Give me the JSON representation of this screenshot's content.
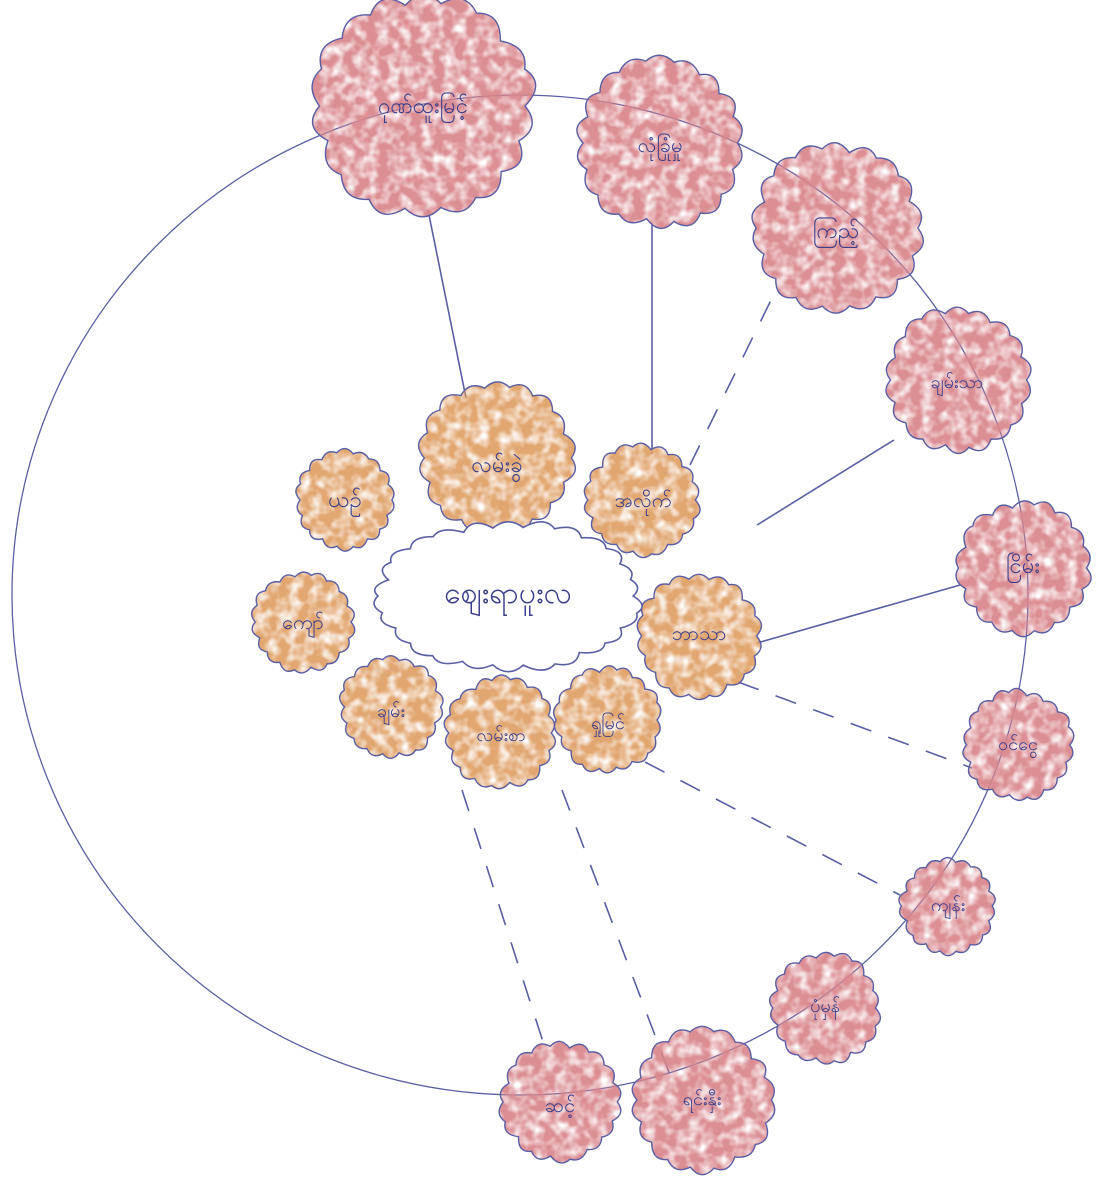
{
  "diagram": {
    "colors": {
      "ink": "#5a5fa3",
      "outer_fill": "#d9868c",
      "inner_fill": "#e0a066",
      "center_fill": "#ffffff",
      "background": "#ffffff"
    },
    "center": {
      "text": "ဈေးရာပူးလ"
    },
    "inner_nodes": [
      {
        "id": "in1",
        "text": "လမ်းခွဲ"
      },
      {
        "id": "in2",
        "text": "ယဉ်"
      },
      {
        "id": "in3",
        "text": "အလိုက်"
      },
      {
        "id": "in4",
        "text": "ဘာသာ"
      },
      {
        "id": "in5",
        "text": "ရှုမြင်"
      },
      {
        "id": "in6",
        "text": "လမ်းစာ"
      },
      {
        "id": "in7",
        "text": "ချမ်း"
      },
      {
        "id": "in8",
        "text": "ကျော်"
      }
    ],
    "outer_nodes": [
      {
        "id": "out1",
        "text": "ဂုဏ်ထူးမြင့်"
      },
      {
        "id": "out2",
        "text": "လုံခြုံမှု"
      },
      {
        "id": "out3",
        "text": "ကြည့်"
      },
      {
        "id": "out4",
        "text": "ချမ်းသာ"
      },
      {
        "id": "out5",
        "text": "ငြိမ်း"
      },
      {
        "id": "out6",
        "text": "ဝင်ငွေ"
      },
      {
        "id": "out7",
        "text": "ကျန်း"
      },
      {
        "id": "out8",
        "text": "ပုံမှန်"
      },
      {
        "id": "out9",
        "text": "ရင်းနှီး"
      },
      {
        "id": "out10",
        "text": "ဆင့်"
      }
    ],
    "connectors": [
      {
        "from": "in1",
        "to": "out1",
        "style": "solid"
      },
      {
        "from": "in3",
        "to": "out2",
        "style": "solid"
      },
      {
        "from": "in3",
        "to": "out3",
        "style": "dashed"
      },
      {
        "from": "center",
        "to": "out4",
        "style": "solid"
      },
      {
        "from": "in4",
        "to": "out5",
        "style": "solid"
      },
      {
        "from": "in4",
        "to": "out6",
        "style": "dashed"
      },
      {
        "from": "in5",
        "to": "out7",
        "style": "dashed"
      },
      {
        "from": "in6",
        "to": "out8",
        "style": "dashed"
      },
      {
        "from": "in6",
        "to": "out9",
        "style": "dashed"
      }
    ]
  }
}
